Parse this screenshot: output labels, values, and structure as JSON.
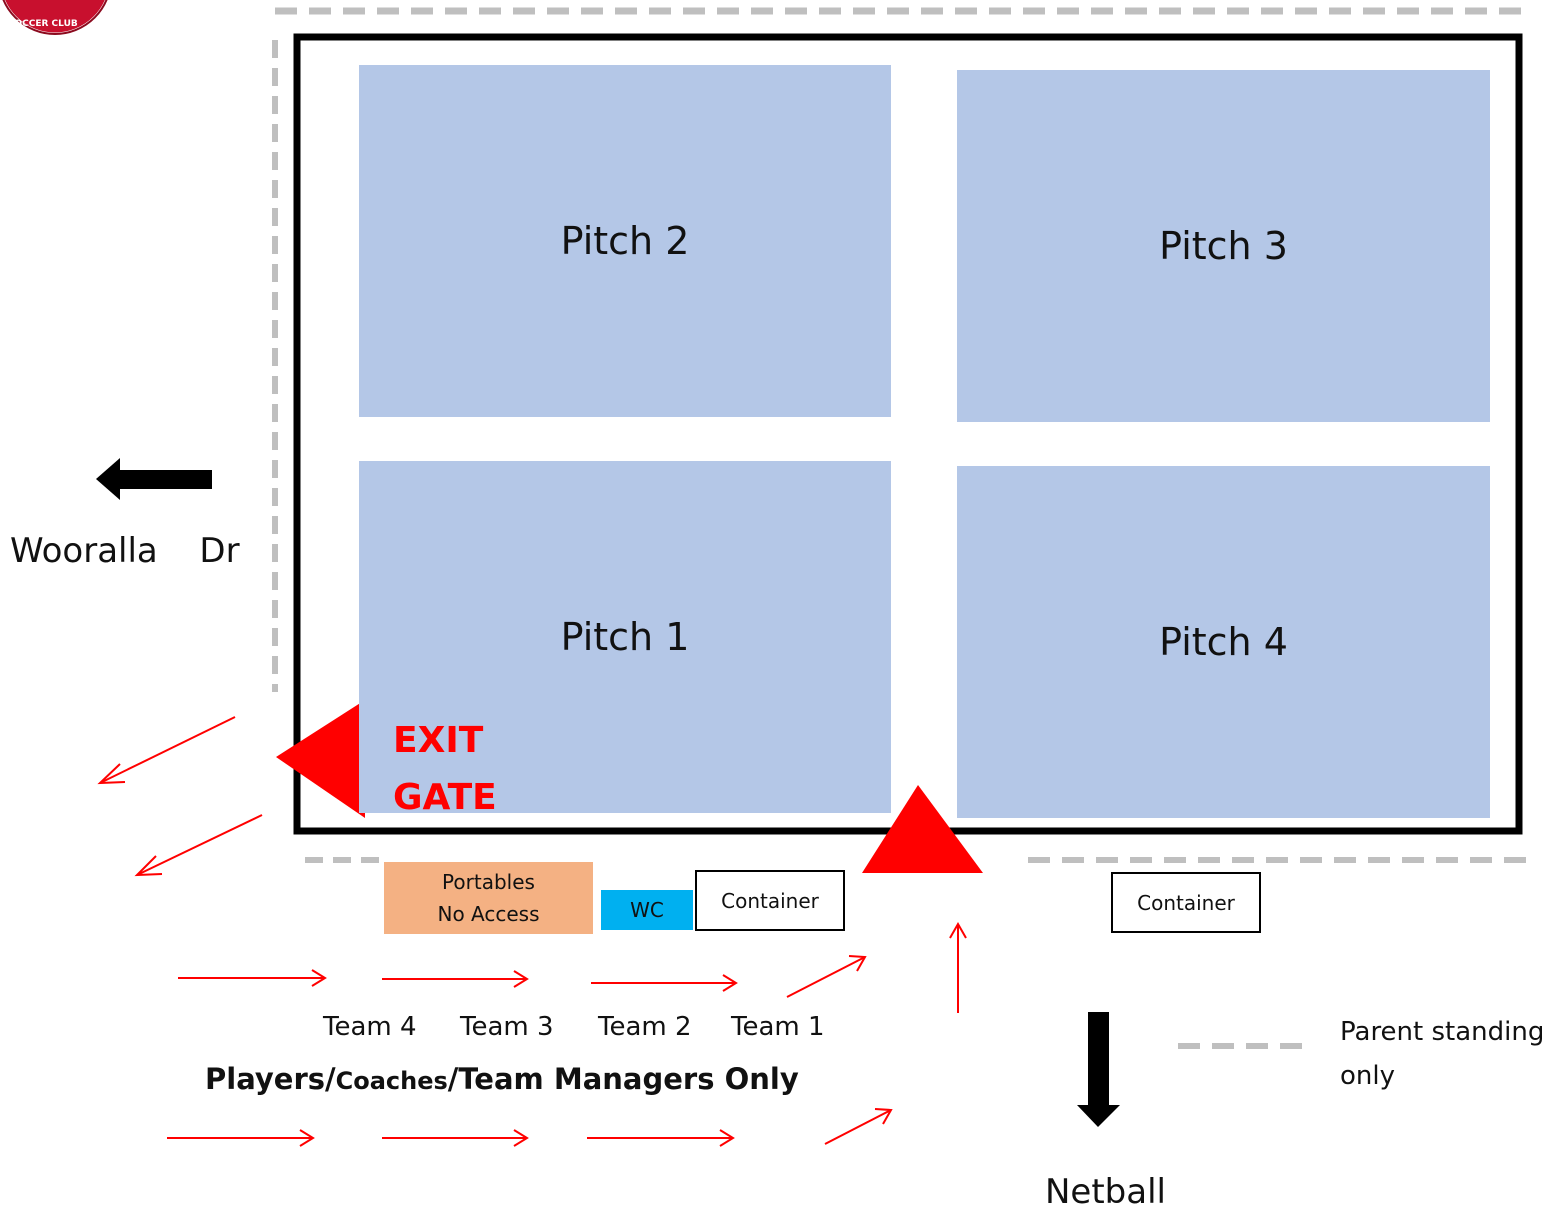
{
  "pitches": [
    {
      "label": "Pitch 2"
    },
    {
      "label": "Pitch 3"
    },
    {
      "label": "Pitch 1"
    },
    {
      "label": "Pitch 4"
    }
  ],
  "exit_gate": {
    "line1": "EXIT",
    "line2": "GATE"
  },
  "facilities": {
    "portables_line1": "Portables",
    "portables_line2": "No Access",
    "wc": "WC",
    "container_left": "Container",
    "container_right": "Container"
  },
  "teams": [
    "Team 4",
    "Team 3",
    "Team 2",
    "Team 1"
  ],
  "restriction": {
    "part1": "Players/",
    "part2": "Coaches",
    "part3": "/Team Managers Only"
  },
  "road": "Wooralla  Dr",
  "netball": "Netball",
  "legend": {
    "line1": "Parent standing",
    "line2": "only"
  },
  "colors": {
    "pitch": "#b4c7e7",
    "exit": "#ff0000",
    "portables": "#f4b183",
    "wc": "#00b0f0",
    "parent_line": "#bfbfbf"
  }
}
